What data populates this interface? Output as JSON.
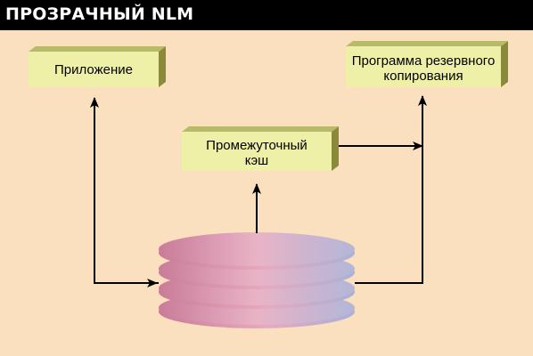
{
  "title": "ПРОЗРАЧНЫЙ NLM",
  "boxes": {
    "application": {
      "label": "Приложение"
    },
    "backup": {
      "line1": "Программа резервного",
      "line2": "копирования"
    },
    "cache": {
      "line1": "Промежуточный",
      "line2": "кэш"
    }
  },
  "colors": {
    "background": "#fbe0bf",
    "title_bar": "#000000",
    "box_face": "#eef0a8",
    "box_side": "#8a8a3a",
    "disk": "#e6a3b8"
  }
}
